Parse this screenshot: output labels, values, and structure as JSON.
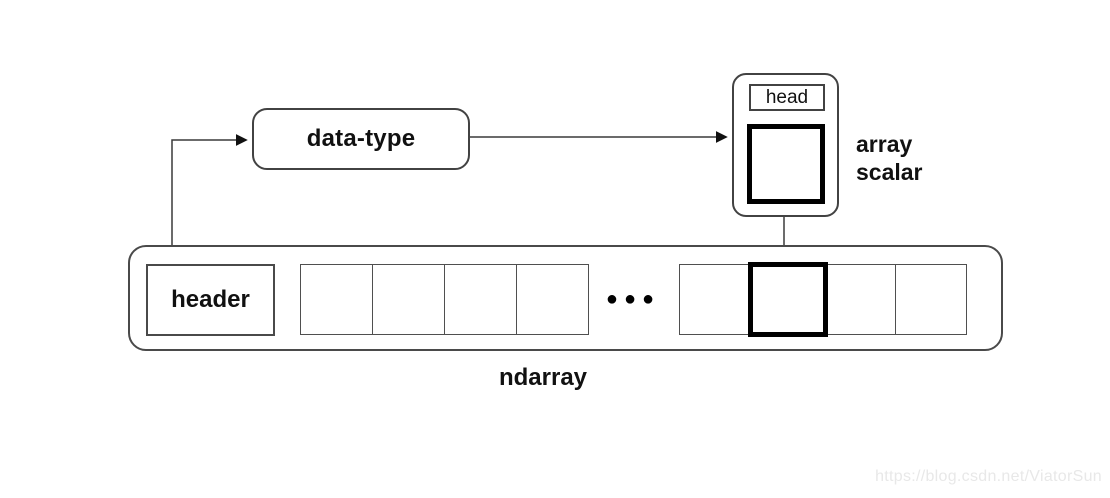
{
  "diagram": {
    "datatype": {
      "label": "data-type"
    },
    "array_scalar": {
      "head_label": "head",
      "caption": "array scalar"
    },
    "ndarray": {
      "header_label": "header",
      "caption": "ndarray",
      "ellipsis": "●●●",
      "left_cell_count": 4,
      "right_cell_count": 4,
      "highlighted_right_cell_index": 1
    },
    "arrows": [
      {
        "from": "ndarray-header",
        "to": "datatype-box"
      },
      {
        "from": "datatype-box",
        "to": "scalar-box"
      },
      {
        "from": "ndarray-highlighted-cell",
        "to": "scalar-value"
      }
    ],
    "colors": {
      "background": "#ffffff",
      "line": "#3a3a3a",
      "box_border": "#424242",
      "highlight_border": "#000000",
      "text": "#111111",
      "watermark": "#e8e8e8"
    }
  },
  "watermark": {
    "text": "https://blog.csdn.net/ViatorSun"
  }
}
